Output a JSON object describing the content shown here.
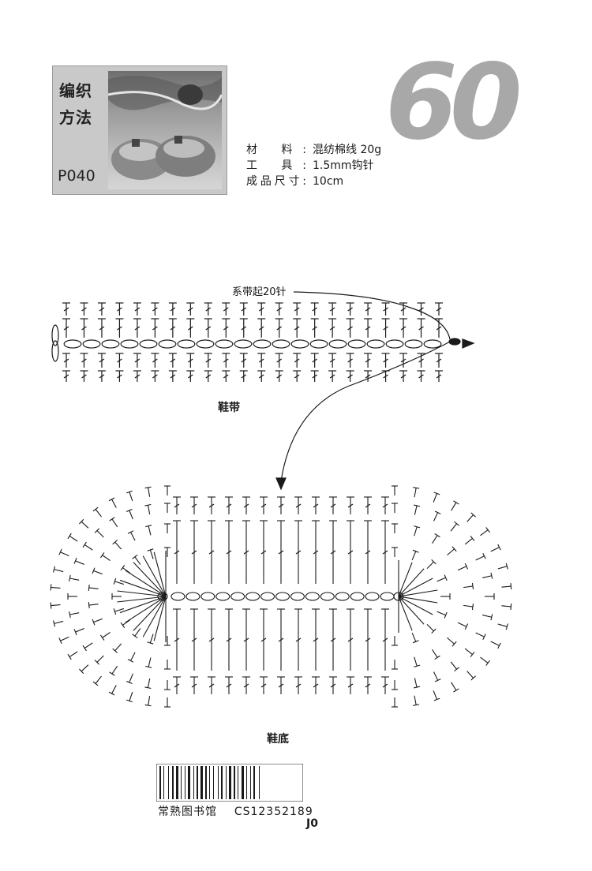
{
  "header": {
    "title_line1": "编织",
    "title_line2": "方法",
    "pattern_code": "P040",
    "photo_icon": "baby-shoes-photo"
  },
  "number": "60",
  "specs": [
    {
      "label": "材 料:",
      "value": "混纺棉线 20g"
    },
    {
      "label": "工 具:",
      "value": "1.5mm钩针"
    },
    {
      "label": "成品尺寸:",
      "value": "10cm"
    }
  ],
  "strap": {
    "annotation": "系带起20针",
    "caption": "鞋带",
    "chain_count": 20
  },
  "sole": {
    "caption": "鞋底",
    "chain_count": 15
  },
  "footer": {
    "library": "常熟图书馆",
    "barcode_id": "CS12352189",
    "page_number": "J0"
  }
}
